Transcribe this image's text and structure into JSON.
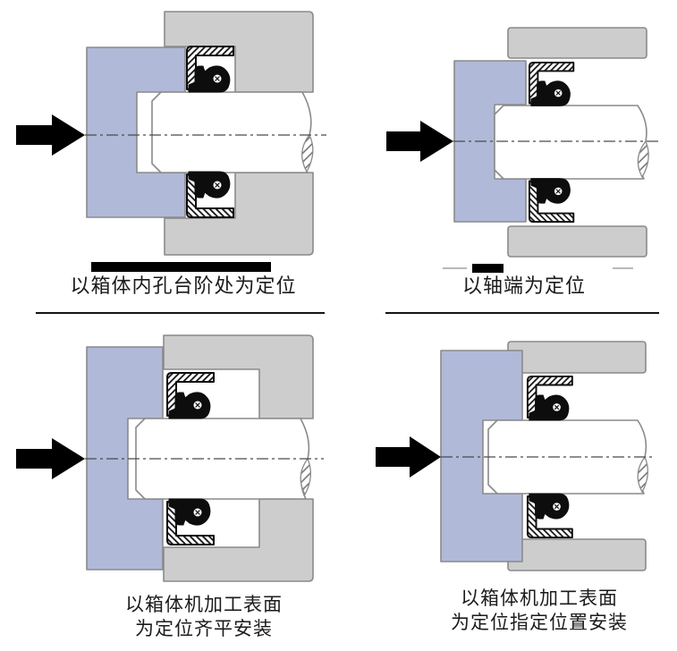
{
  "page": {
    "background": "#ffffff",
    "description_names": "oil-seal-installation-positioning-diagram"
  },
  "colors": {
    "page_white": "#ffffff",
    "tool_blue": "#b0b9d8",
    "housing_gray": "#cdcdcd",
    "outline_gray": "#8a8a8a",
    "seal_black": "#0d0d0d",
    "centerline_gray": "#4a4a4a",
    "arrow_black": "#000000",
    "bar_black": "#000000",
    "separator_black": "#141414",
    "faint_mark_gray": "#b9b9b9",
    "caption_color": "#1b1b1b"
  },
  "panels": [
    {
      "id": "housing-bore-step-locating",
      "caption_line1": "以箱体内孔台阶处为定位",
      "caption_line2": ""
    },
    {
      "id": "shaft-end-locating",
      "caption_line1": "以轴端为定位",
      "caption_line2": ""
    },
    {
      "id": "flush-with-machined-face",
      "caption_line1": "以箱体机加工表面",
      "caption_line2": "为定位齐平安装"
    },
    {
      "id": "specified-position-from-machined-face",
      "caption_line1": "以箱体机加工表面",
      "caption_line2": "为定位指定位置安装"
    }
  ]
}
